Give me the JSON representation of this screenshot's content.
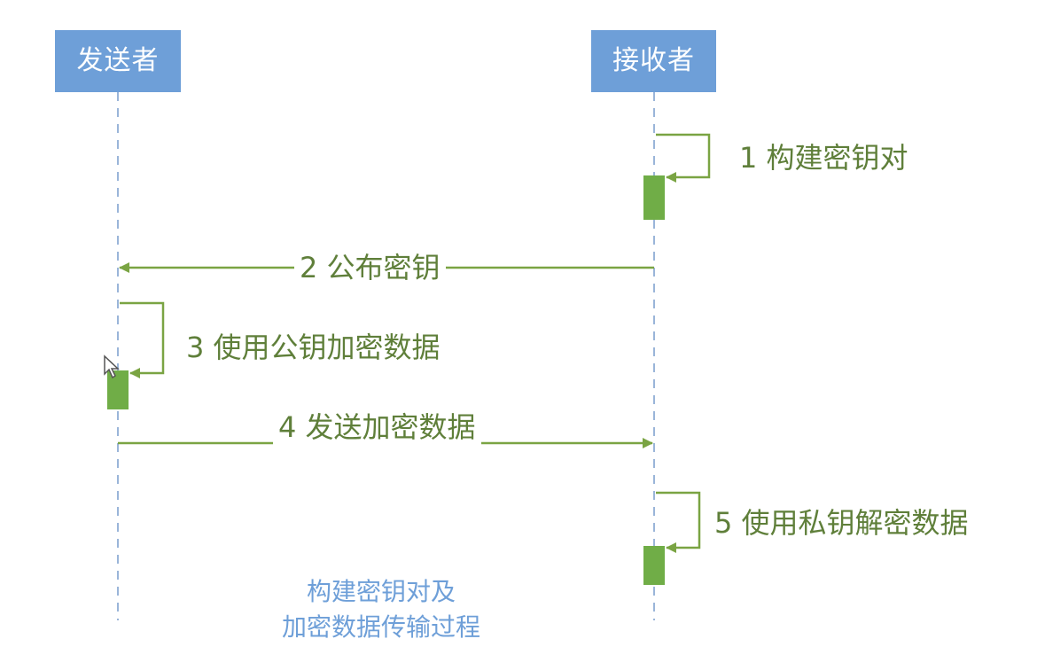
{
  "participants": {
    "sender": "发送者",
    "receiver": "接收者"
  },
  "steps": [
    {
      "label": "1 构建密钥对"
    },
    {
      "label": "2 公布密钥"
    },
    {
      "label": "3 使用公钥加密数据"
    },
    {
      "label": "4 发送加密数据"
    },
    {
      "label": "5 使用私钥解密数据"
    }
  ],
  "caption": {
    "line1": "构建密钥对及",
    "line2": "加密数据传输过程"
  },
  "colors": {
    "participant_box": "#6e9fd8",
    "message": "#7aa443",
    "lifeline": "#9ab5d9",
    "activation": "#70ad47",
    "caption": "#6e9fd8"
  },
  "icons": {
    "cursor": "mouse-cursor-icon"
  }
}
